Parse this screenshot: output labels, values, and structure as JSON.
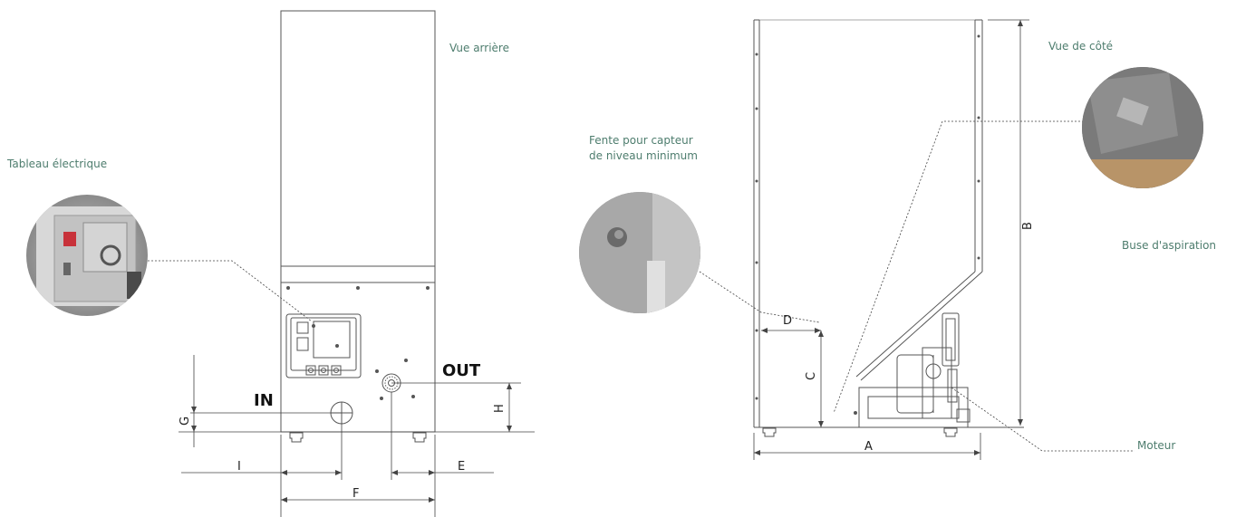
{
  "labels": {
    "rear_view": "Vue arrière",
    "side_view": "Vue de côté",
    "electrical_panel": "Tableau électrique",
    "sensor_slot_line1": "Fente pour capteur",
    "sensor_slot_line2": "de niveau minimum",
    "suction_nozzle": "Buse d'aspiration",
    "motor": "Moteur"
  },
  "ports": {
    "in": "IN",
    "out": "OUT"
  },
  "dimensions": {
    "a": "A",
    "b": "B",
    "c": "C",
    "d": "D",
    "e": "E",
    "f": "F",
    "g": "G",
    "h": "H",
    "i": "I"
  },
  "colors": {
    "label": "#4e7d6e",
    "line": "#555555",
    "leader": "#444444"
  }
}
